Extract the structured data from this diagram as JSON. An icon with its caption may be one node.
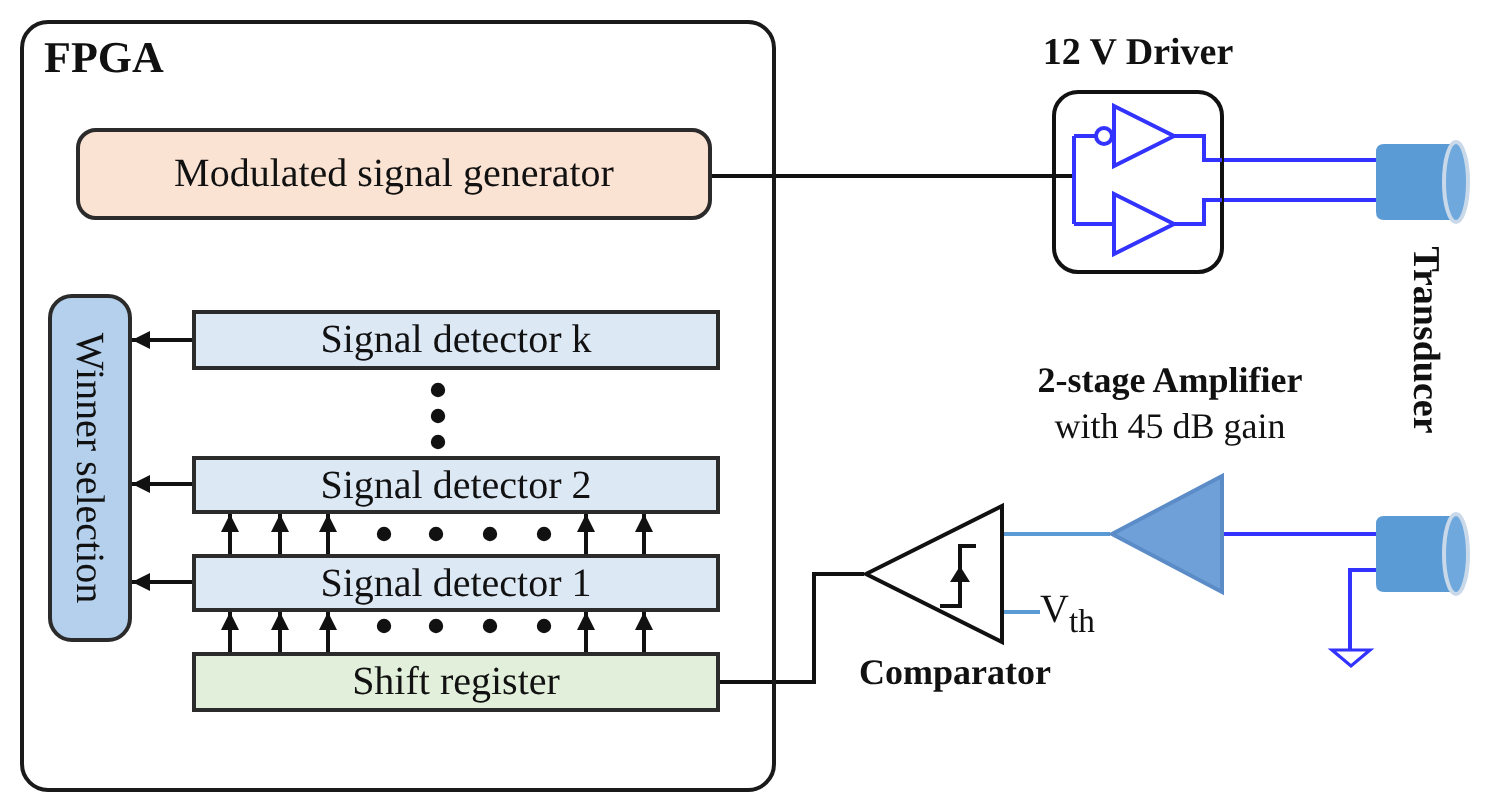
{
  "diagram": {
    "nodes": [
      {
        "text": [
          "FPGA"
        ]
      },
      {
        "text": [
          "Modulated signal generator"
        ],
        "in": 0
      },
      {
        "text": [
          "Winner selection"
        ],
        "in": 0
      },
      {
        "text": [
          "Signal detector k"
        ],
        "in": 0
      },
      {
        "text": [
          "Signal detector 2"
        ],
        "in": 0
      },
      {
        "text": [
          "Signal detector 1"
        ],
        "in": 0
      },
      {
        "text": [
          "Shift register"
        ],
        "in": 0
      },
      {
        "text": [
          "12 V Driver"
        ]
      },
      {
        "text": [],
        "shape": "cylinder"
      },
      {
        "text": [],
        "shape": "cylinder"
      },
      {
        "text": [
          "2-stage Amplifier",
          "with 45 dB gain"
        ]
      },
      {
        "text": [
          "Comparator"
        ]
      },
      {
        "text": [
          "V$_{th}$"
        ]
      },
      {
        "text": [],
        "shape": "ground"
      }
    ],
    "edges": [
      {
        "from": 1,
        "to": 7,
        "arrow": "none"
      },
      {
        "from": 7,
        "to": 8,
        "arrow": "none",
        "color": "#3333ff"
      },
      {
        "from": 7,
        "to": 8,
        "arrow": "none",
        "color": "#3333ff"
      },
      {
        "from": 9,
        "to": 10,
        "arrow": "none",
        "color": "#3333ff"
      },
      {
        "from": 10,
        "to": 11,
        "arrow": "none",
        "color": "#5b9bd5"
      },
      {
        "from": 11,
        "to": 6,
        "arrow": "none"
      },
      {
        "from": 11,
        "to": 12,
        "arrow": "none",
        "color": "#5b9bd5"
      },
      {
        "from": 9,
        "to": 13,
        "arrow": "none",
        "color": "#3333ff"
      },
      {
        "from": 3,
        "to": 2,
        "arrow": "to"
      },
      {
        "from": 4,
        "to": 2,
        "arrow": "to"
      },
      {
        "from": 5,
        "to": 2,
        "arrow": "to"
      },
      {
        "from": 6,
        "to": 5,
        "arrow": "to"
      },
      {
        "from": 6,
        "to": 5,
        "arrow": "to"
      },
      {
        "from": 6,
        "to": 5,
        "arrow": "to"
      },
      {
        "from": 6,
        "to": 5,
        "arrow": "to"
      },
      {
        "from": 6,
        "to": 5,
        "arrow": "to"
      },
      {
        "from": 5,
        "to": 4,
        "arrow": "to"
      },
      {
        "from": 5,
        "to": 4,
        "arrow": "to"
      },
      {
        "from": 5,
        "to": 4,
        "arrow": "to"
      },
      {
        "from": 5,
        "to": 4,
        "arrow": "to"
      },
      {
        "from": 5,
        "to": 4,
        "arrow": "to"
      }
    ],
    "labels": [
      "Transducer"
    ]
  }
}
